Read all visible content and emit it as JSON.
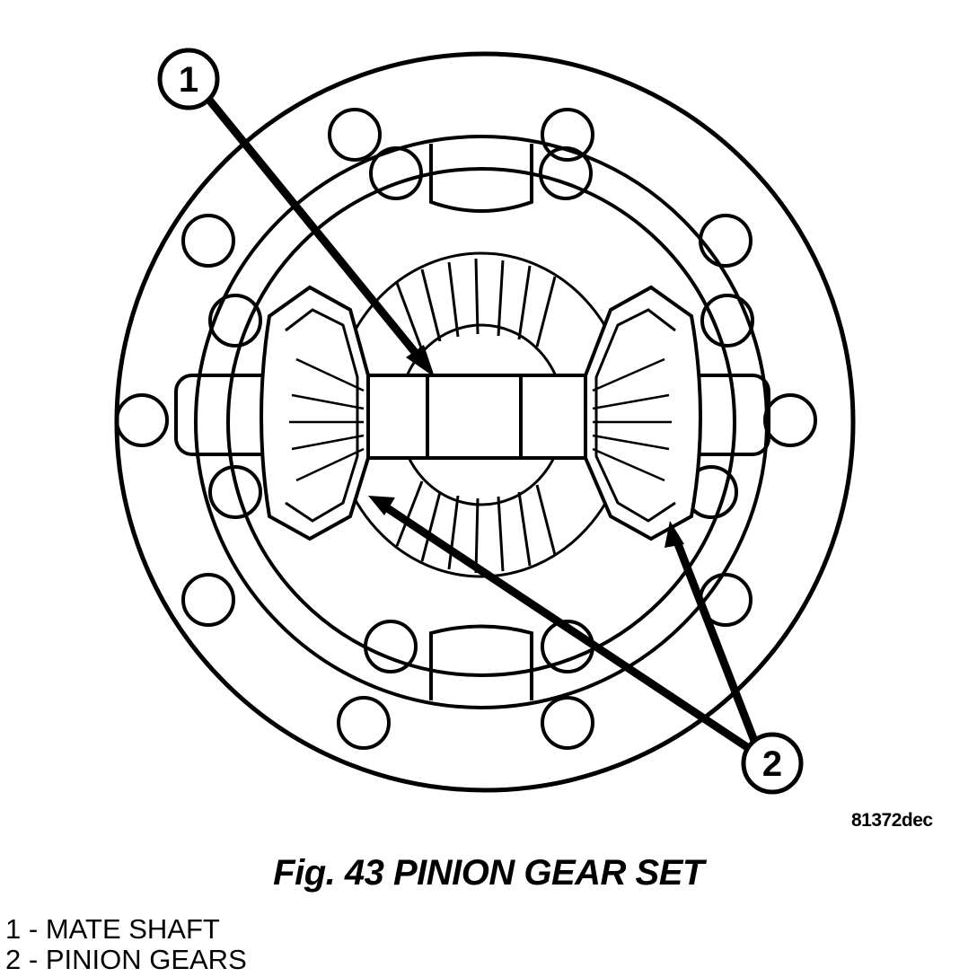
{
  "callouts": [
    {
      "number": "1"
    },
    {
      "number": "2"
    }
  ],
  "reference_code": "81372dec",
  "caption": {
    "figure": "Fig. 43",
    "title": "PINION GEAR SET"
  },
  "legend": [
    {
      "number": "1",
      "separator": " - ",
      "label": "MATE SHAFT"
    },
    {
      "number": "2",
      "separator": " - ",
      "label": "PINION GEARS"
    }
  ],
  "colors": {
    "line": "#000000",
    "background": "#ffffff"
  }
}
